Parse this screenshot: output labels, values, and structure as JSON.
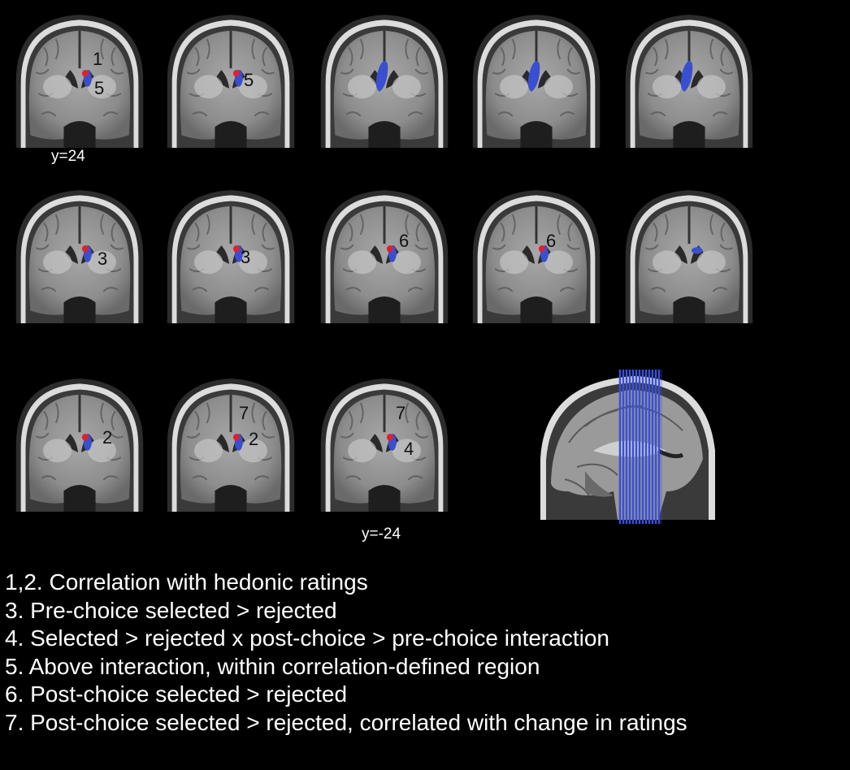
{
  "colors": {
    "background": "#000000",
    "activation_red": "#e0202a",
    "activation_blue": "#3a4fd0",
    "slice_lines": "#3a4fd6"
  },
  "coordinates": {
    "first": "y=24",
    "last": "y=-24"
  },
  "slices": [
    {
      "row": 1,
      "col": 1,
      "labels": [
        "1",
        "5"
      ],
      "blob": "both"
    },
    {
      "row": 1,
      "col": 2,
      "labels": [
        "5"
      ],
      "blob": "both"
    },
    {
      "row": 1,
      "col": 3,
      "labels": [],
      "blob": "blue"
    },
    {
      "row": 1,
      "col": 4,
      "labels": [],
      "blob": "blue"
    },
    {
      "row": 1,
      "col": 5,
      "labels": [],
      "blob": "blue"
    },
    {
      "row": 2,
      "col": 1,
      "labels": [
        "3"
      ],
      "blob": "both"
    },
    {
      "row": 2,
      "col": 2,
      "labels": [
        "3"
      ],
      "blob": "both"
    },
    {
      "row": 2,
      "col": 3,
      "labels": [
        "6"
      ],
      "blob": "both"
    },
    {
      "row": 2,
      "col": 4,
      "labels": [
        "6"
      ],
      "blob": "both"
    },
    {
      "row": 2,
      "col": 5,
      "labels": [],
      "blob": "blue"
    },
    {
      "row": 3,
      "col": 1,
      "labels": [
        "2"
      ],
      "blob": "both"
    },
    {
      "row": 3,
      "col": 2,
      "labels": [
        "7",
        "2"
      ],
      "blob": "both"
    },
    {
      "row": 3,
      "col": 3,
      "labels": [
        "7",
        "4"
      ],
      "blob": "both"
    }
  ],
  "sagittal_view": {
    "icon": "sagittal-brain-with-slice-lines",
    "slice_line_count": 13
  },
  "legend": [
    "1,2. Correlation with hedonic ratings",
    "3. Pre-choice selected > rejected",
    "4. Selected > rejected x post-choice > pre-choice interaction",
    "5. Above interaction, within correlation-defined region",
    "6. Post-choice selected > rejected",
    "7. Post-choice selected > rejected, correlated with change in ratings"
  ]
}
